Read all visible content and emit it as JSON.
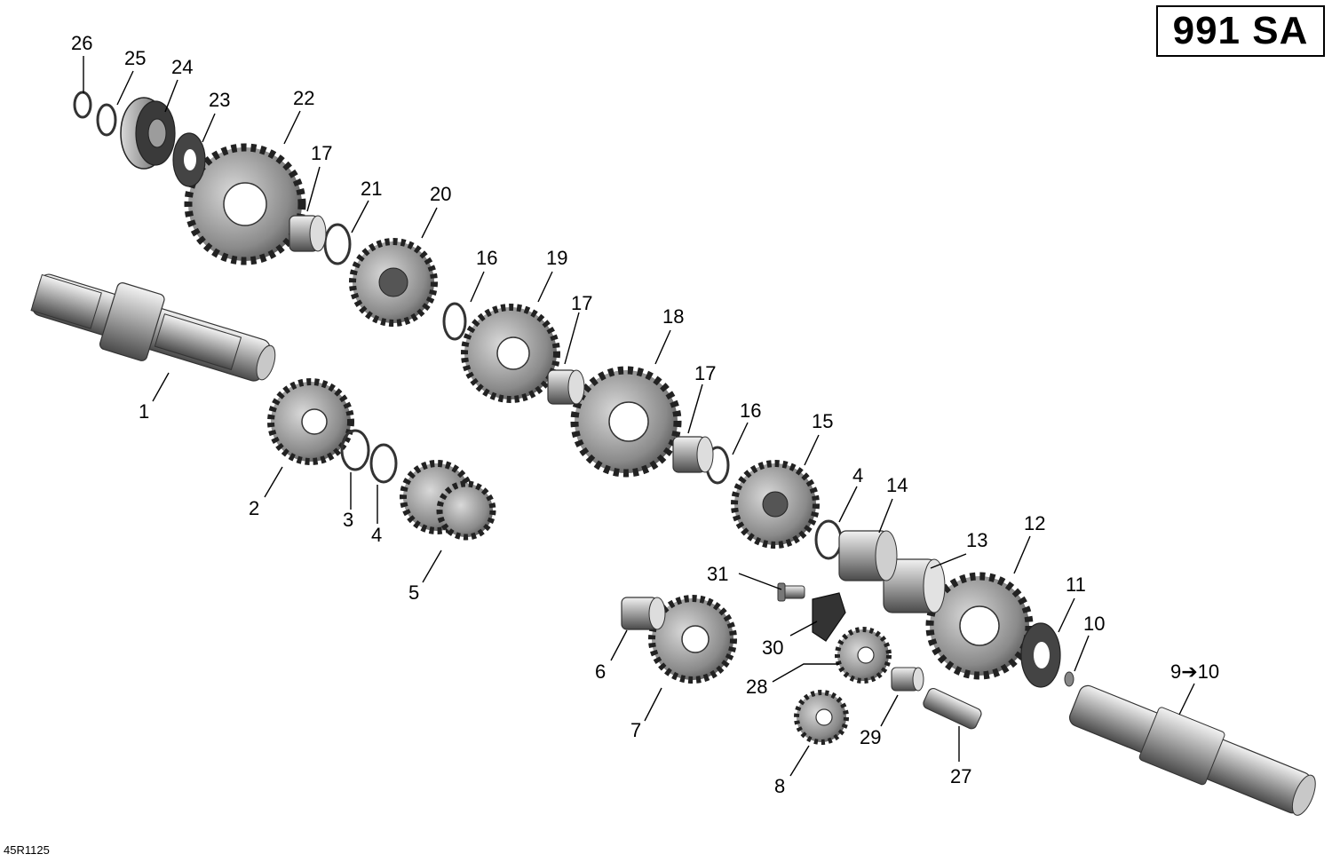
{
  "model_code": "991 SA",
  "figure_ref": "45R1125",
  "callouts": [
    {
      "id": "c1",
      "label": "1"
    },
    {
      "id": "c2",
      "label": "2"
    },
    {
      "id": "c3",
      "label": "3"
    },
    {
      "id": "c4a",
      "label": "4"
    },
    {
      "id": "c4b",
      "label": "4"
    },
    {
      "id": "c5",
      "label": "5"
    },
    {
      "id": "c6",
      "label": "6"
    },
    {
      "id": "c7",
      "label": "7"
    },
    {
      "id": "c8",
      "label": "8"
    },
    {
      "id": "c9",
      "label": "9➔10"
    },
    {
      "id": "c10",
      "label": "10"
    },
    {
      "id": "c11",
      "label": "11"
    },
    {
      "id": "c12",
      "label": "12"
    },
    {
      "id": "c13",
      "label": "13"
    },
    {
      "id": "c14",
      "label": "14"
    },
    {
      "id": "c15",
      "label": "15"
    },
    {
      "id": "c16a",
      "label": "16"
    },
    {
      "id": "c16b",
      "label": "16"
    },
    {
      "id": "c17a",
      "label": "17"
    },
    {
      "id": "c17b",
      "label": "17"
    },
    {
      "id": "c17c",
      "label": "17"
    },
    {
      "id": "c18",
      "label": "18"
    },
    {
      "id": "c19",
      "label": "19"
    },
    {
      "id": "c20",
      "label": "20"
    },
    {
      "id": "c21",
      "label": "21"
    },
    {
      "id": "c22",
      "label": "22"
    },
    {
      "id": "c23",
      "label": "23"
    },
    {
      "id": "c24",
      "label": "24"
    },
    {
      "id": "c25",
      "label": "25"
    },
    {
      "id": "c26",
      "label": "26"
    },
    {
      "id": "c27",
      "label": "27"
    },
    {
      "id": "c28",
      "label": "28"
    },
    {
      "id": "c29",
      "label": "29"
    },
    {
      "id": "c30",
      "label": "30"
    },
    {
      "id": "c31",
      "label": "31"
    }
  ]
}
